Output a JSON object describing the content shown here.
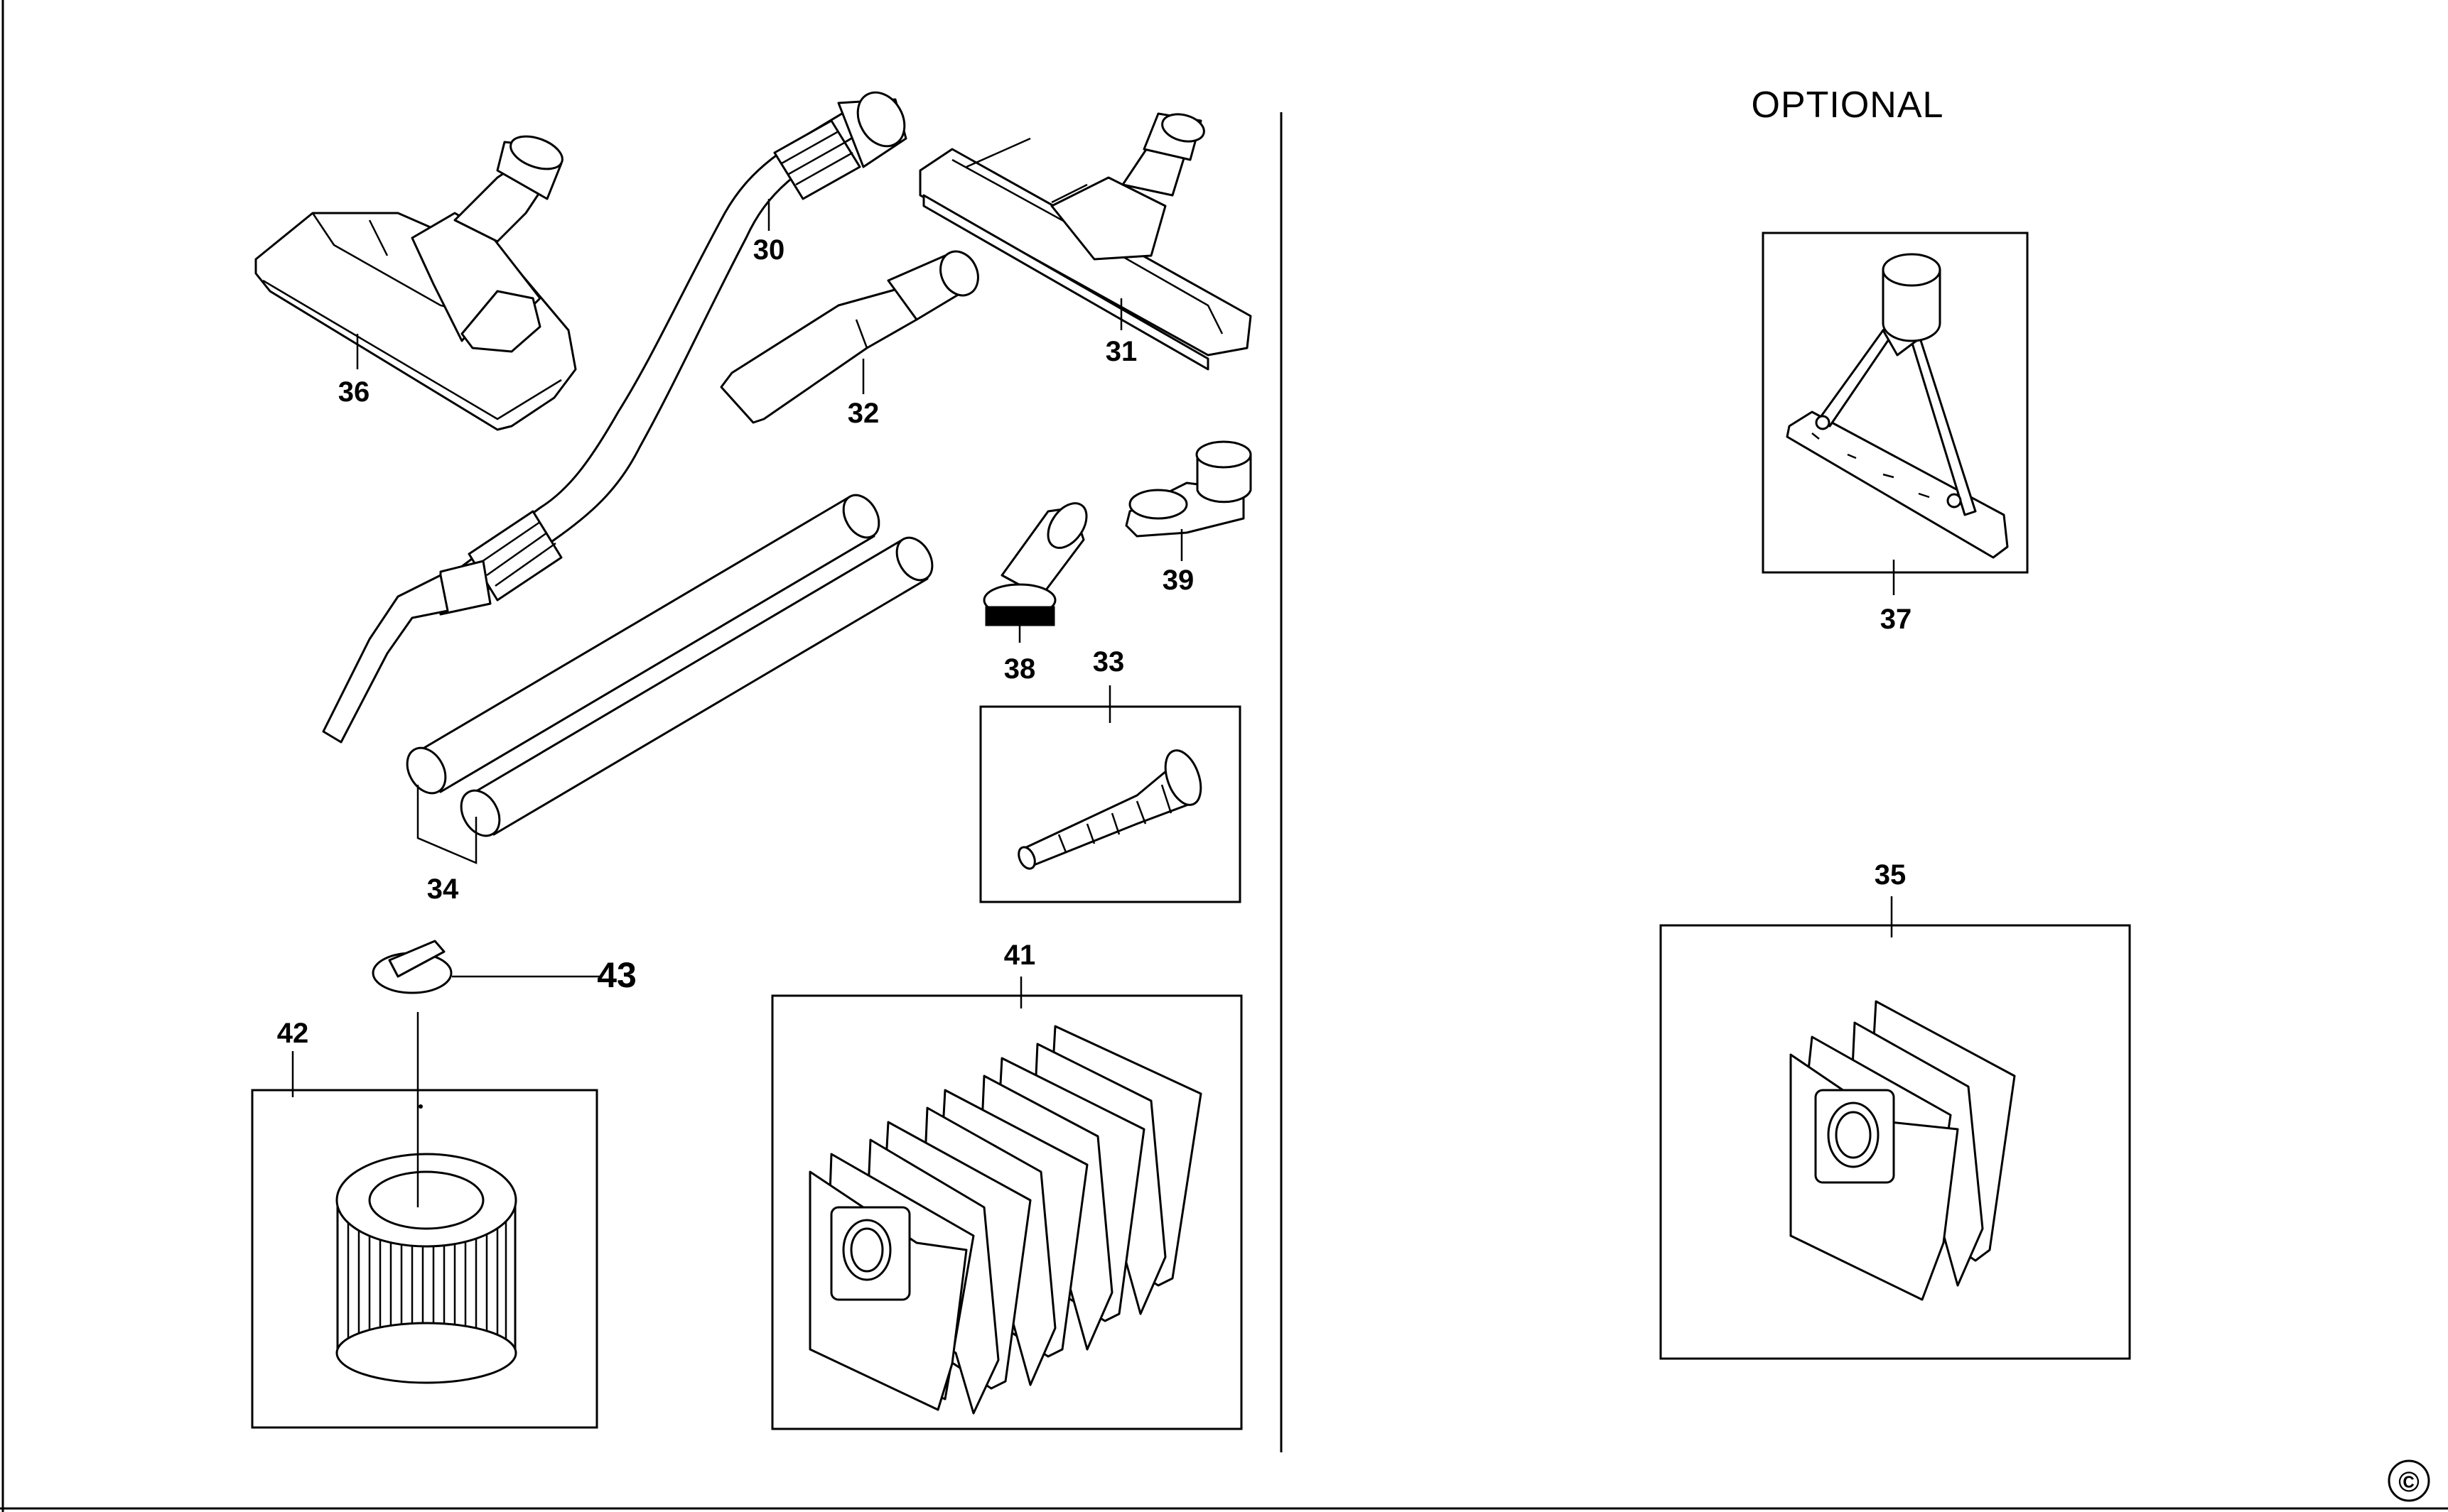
{
  "header": {
    "optional_label": "OPTIONAL"
  },
  "parts": {
    "p30": "30",
    "p31": "31",
    "p32": "32",
    "p33": "33",
    "p34": "34",
    "p35": "35",
    "p36": "36",
    "p37": "37",
    "p38": "38",
    "p39": "39",
    "p41": "41",
    "p42": "42",
    "p43": "43"
  },
  "footer": {
    "copyright_symbol": "©"
  }
}
